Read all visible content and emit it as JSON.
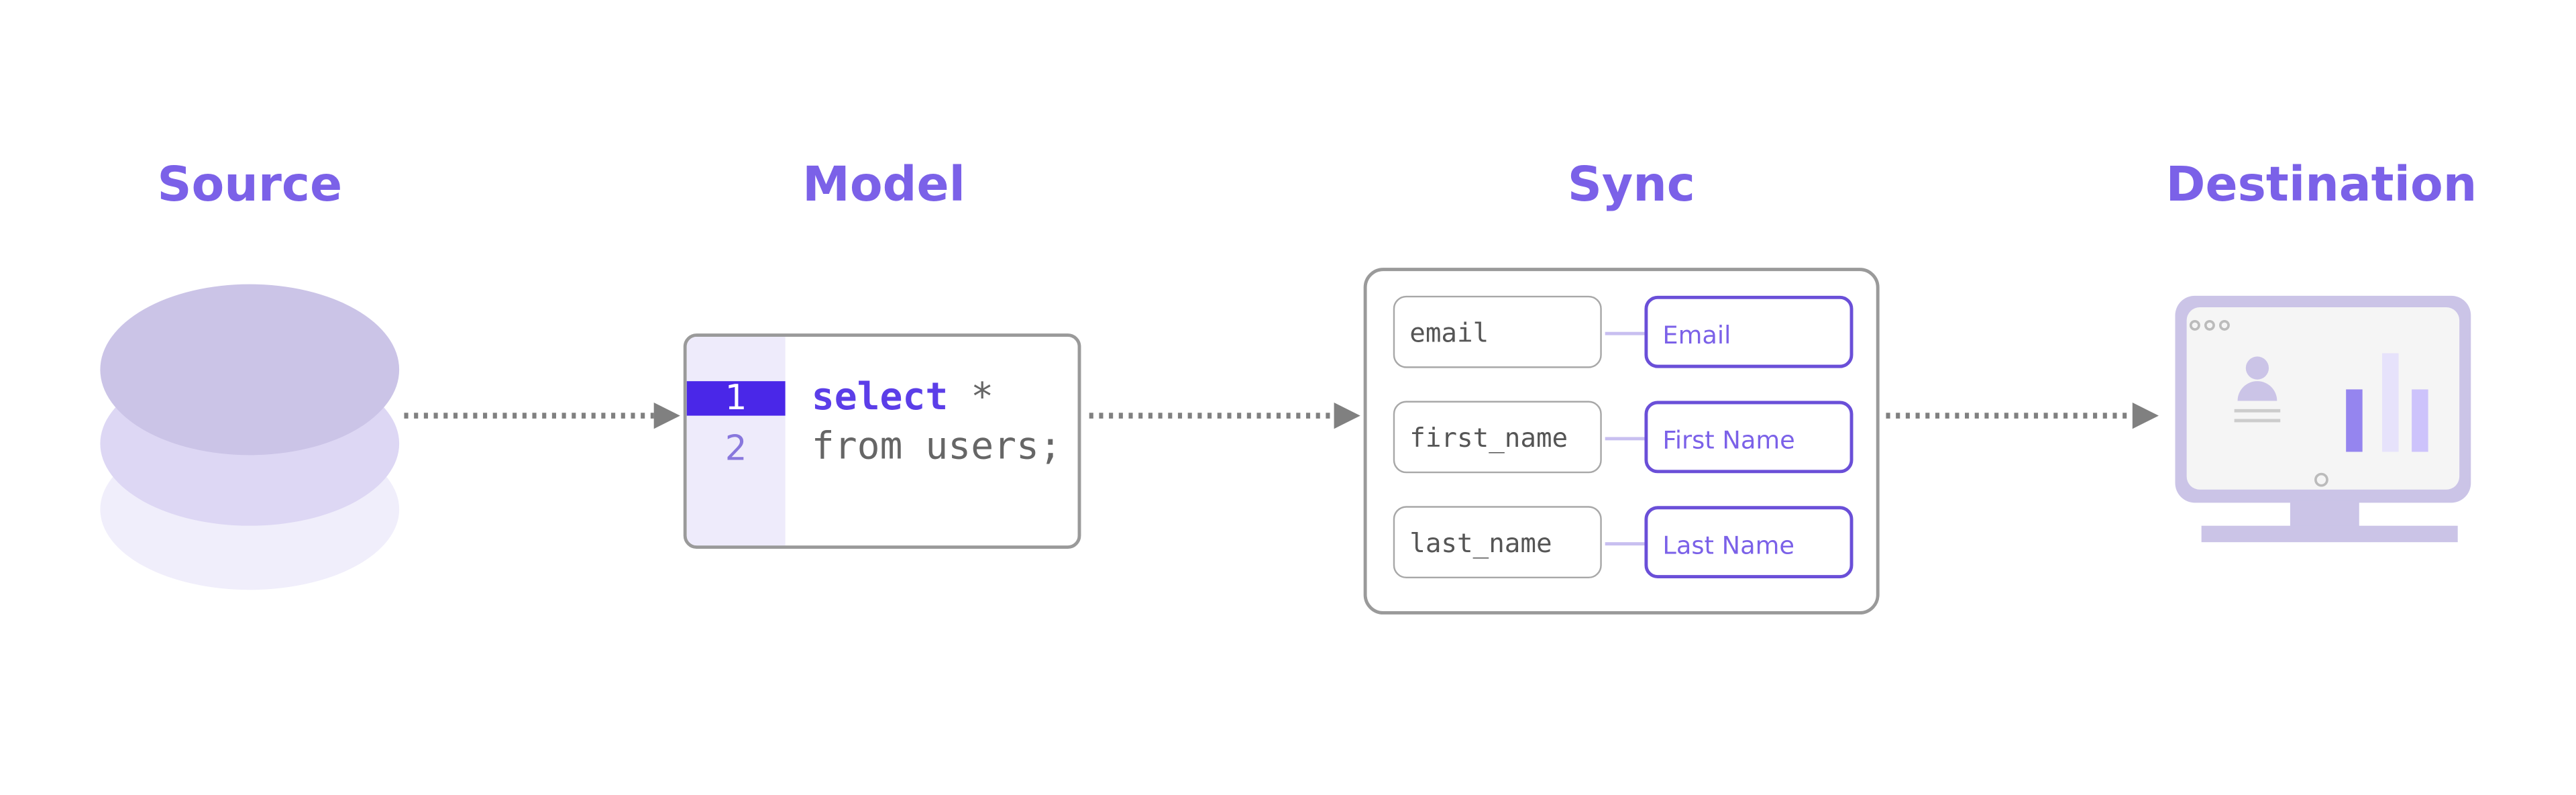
{
  "stages": {
    "source": "Source",
    "model": "Model",
    "sync": "Sync",
    "destination": "Destination"
  },
  "model": {
    "line_numbers": [
      "1",
      "2"
    ],
    "code_line1_keyword": "select",
    "code_line1_rest": " *",
    "code_line2": "from users;"
  },
  "sync": {
    "mappings": [
      {
        "source": "email",
        "destination": "Email"
      },
      {
        "source": "first_name",
        "destination": "First Name"
      },
      {
        "source": "last_name",
        "destination": "Last Name"
      }
    ]
  },
  "colors": {
    "accent": "#7b61e8",
    "highlight": "#4a27e8",
    "light_purple": "#cbc4e7",
    "arrow": "#808080"
  },
  "icons": {
    "source": "database-icon",
    "destination": "monitor-dashboard-icon",
    "flow": "dotted-arrow-icon"
  }
}
